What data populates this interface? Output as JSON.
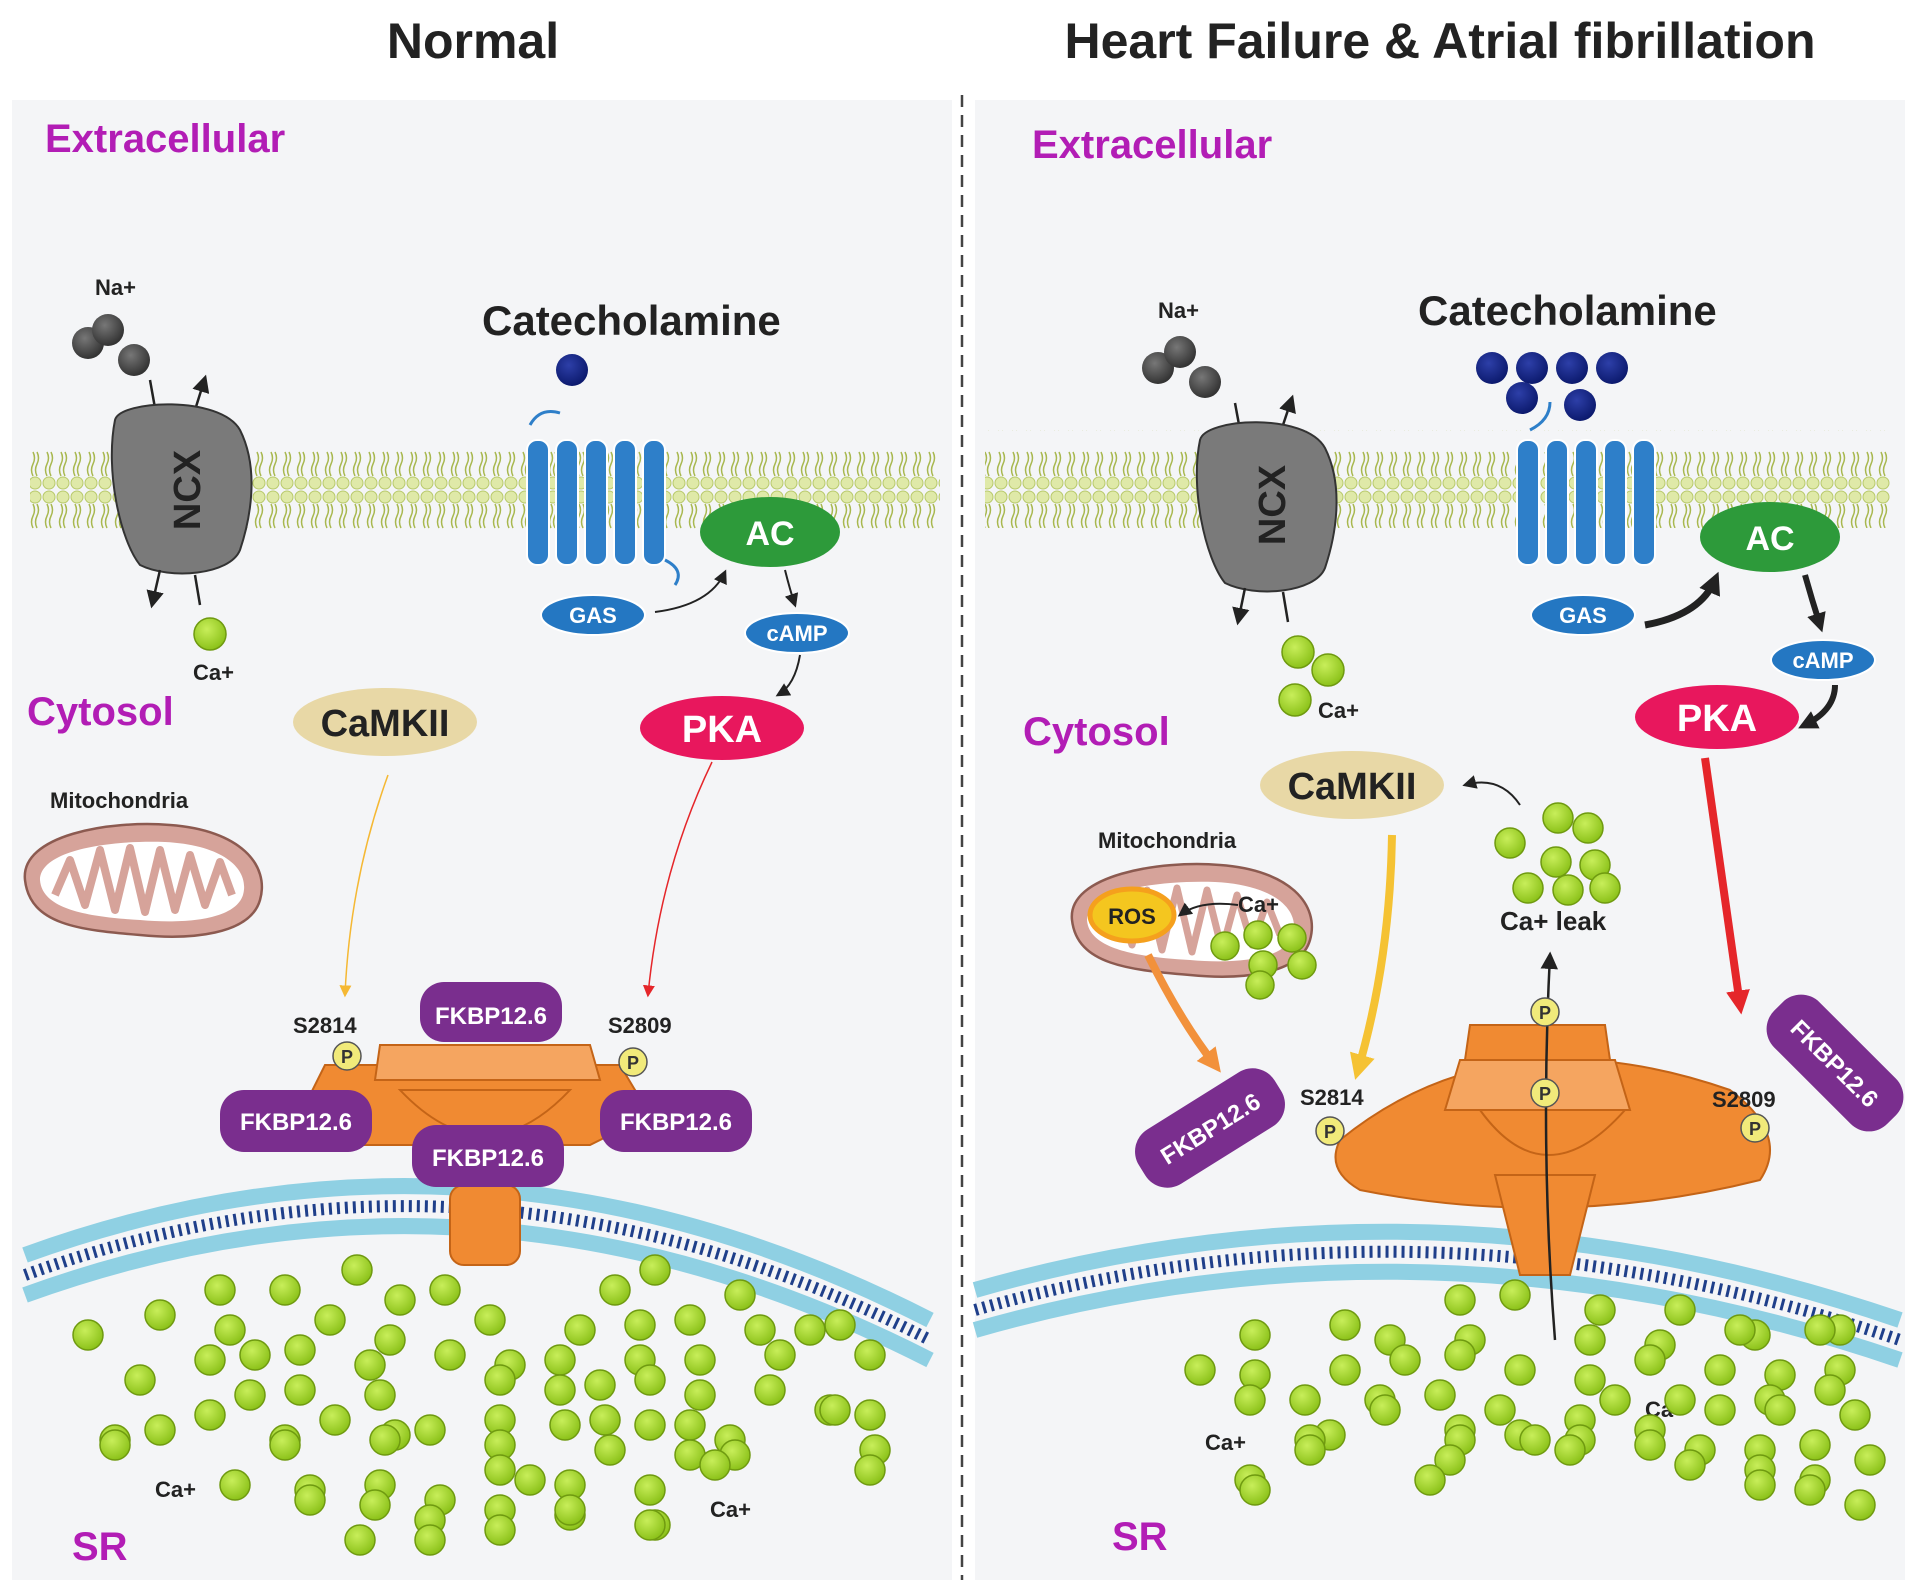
{
  "panels": {
    "left": {
      "title": "Normal",
      "extracellular": "Extracellular",
      "cytosol": "Cytosol",
      "sr": "SR",
      "na_label": "Na+",
      "ca_label": "Ca+",
      "catecholamine": "Catecholamine",
      "ncx": "NCX",
      "ac": "AC",
      "gas": "GAS",
      "camp": "cAMP",
      "pka": "PKA",
      "camkii": "CaMKII",
      "mitochondria": "Mitochondria",
      "s2814": "S2814",
      "s2809": "S2809",
      "p": "P",
      "fkbp": "FKBP12.6",
      "ca_sr_1": "Ca+",
      "ca_sr_2": "Ca+"
    },
    "right": {
      "title": "Heart Failure & Atrial fibrillation",
      "extracellular": "Extracellular",
      "cytosol": "Cytosol",
      "sr": "SR",
      "na_label": "Na+",
      "ca_label": "Ca+",
      "catecholamine": "Catecholamine",
      "ncx": "NCX",
      "ac": "AC",
      "gas": "GAS",
      "camp": "cAMP",
      "pka": "PKA",
      "camkii": "CaMKII",
      "mitochondria": "Mitochondria",
      "ros": "ROS",
      "mito_ca": "Ca+",
      "ca_leak": "Ca+ leak",
      "s2814": "S2814",
      "s2809": "S2809",
      "p": "P",
      "fkbp": "FKBP12.6",
      "ca_sr_1": "Ca+",
      "ca_sr_2": "Ca+"
    }
  },
  "colors": {
    "label_magenta": "#b21db5",
    "fkbp_purple": "#7a2e8e",
    "ryr_orange": "#f08a32",
    "ca_green": "#a6d82a",
    "ac_green": "#2d9a3a",
    "pka_pink": "#e8175d",
    "receptor_blue": "#2e7fc9",
    "camkii_tan": "#e8d8a6",
    "ncx_gray": "#7a7a7a"
  }
}
